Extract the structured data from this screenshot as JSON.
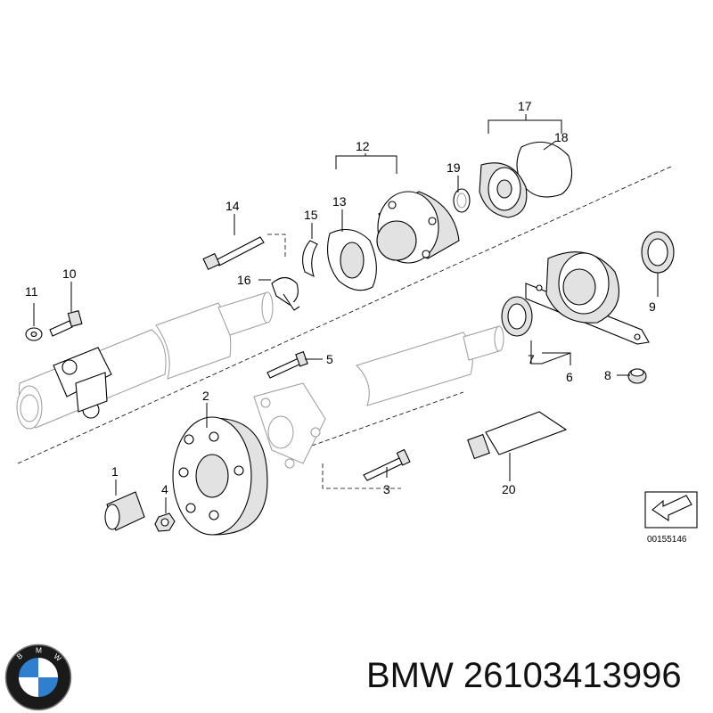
{
  "diagram": {
    "callouts": [
      {
        "id": "c1",
        "text": "1"
      },
      {
        "id": "c2",
        "text": "2"
      },
      {
        "id": "c3",
        "text": "3"
      },
      {
        "id": "c4",
        "text": "4"
      },
      {
        "id": "c5",
        "text": "5"
      },
      {
        "id": "c6",
        "text": "6"
      },
      {
        "id": "c7",
        "text": "7"
      },
      {
        "id": "c8",
        "text": "8"
      },
      {
        "id": "c9",
        "text": "9"
      },
      {
        "id": "c10",
        "text": "10"
      },
      {
        "id": "c11",
        "text": "11"
      },
      {
        "id": "c12",
        "text": "12"
      },
      {
        "id": "c13",
        "text": "13"
      },
      {
        "id": "c14",
        "text": "14"
      },
      {
        "id": "c15",
        "text": "15"
      },
      {
        "id": "c16",
        "text": "16"
      },
      {
        "id": "c17",
        "text": "17"
      },
      {
        "id": "c18",
        "text": "18"
      },
      {
        "id": "c19",
        "text": "19"
      },
      {
        "id": "c20",
        "text": "20"
      }
    ],
    "reference_number": "00155146"
  },
  "logo": {
    "letters": "BMW",
    "colors": {
      "blue": "#2f7fd0",
      "white": "#ffffff",
      "ring": "#1a1a1a"
    }
  },
  "caption": {
    "text": "BMW 26103413996"
  }
}
